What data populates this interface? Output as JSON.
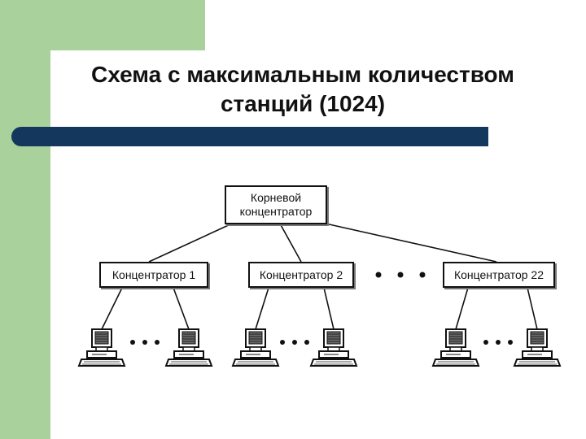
{
  "title": {
    "line1": "Схема с максимальным количеством",
    "line2": "станций (1024)"
  },
  "colors": {
    "sidebar_green": "#a9d19c",
    "bar_navy": "#14375e",
    "ink": "#111111"
  },
  "diagram": {
    "root": {
      "line1": "Корневой",
      "line2": "концентратор"
    },
    "hubs": [
      {
        "label": "Концентратор 1"
      },
      {
        "label": "Концентратор 2"
      },
      {
        "label": "Концентратор 22"
      }
    ]
  }
}
